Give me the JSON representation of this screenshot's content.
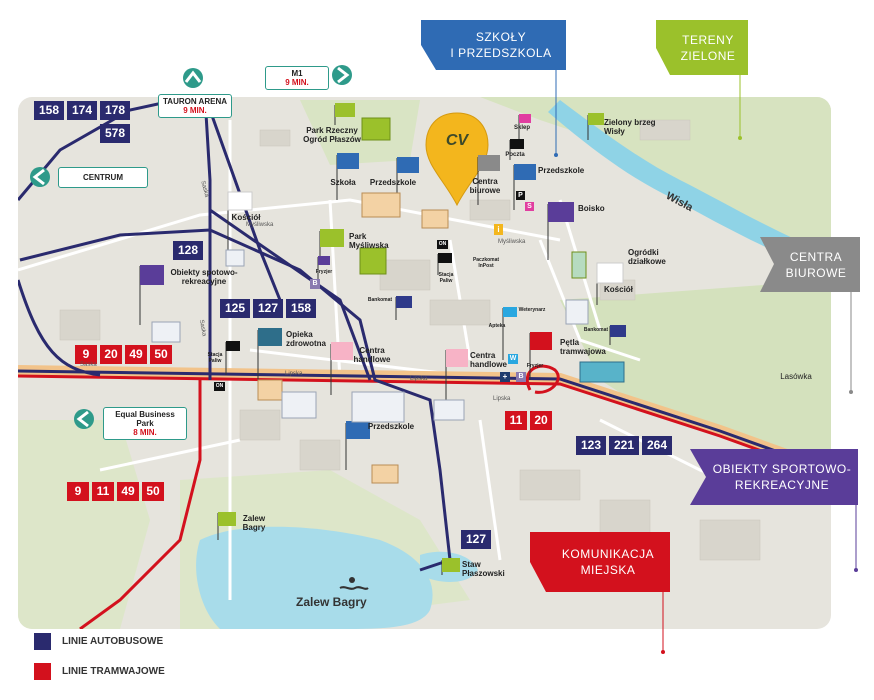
{
  "categories": {
    "szkoly": {
      "line1": "SZKOŁY",
      "line2": "I PRZEDSZKOLA",
      "color": "#2f6bb4"
    },
    "tereny": {
      "line1": "TERENY",
      "line2": "ZIELONE",
      "color": "#9bc12b"
    },
    "centra": {
      "line1": "CENTRA",
      "line2": "BIUROWE",
      "color": "#8a8a8a"
    },
    "sport": {
      "line1": "OBIEKTY SPORTOWO-",
      "line2": "REKREACYJNE",
      "color": "#5a3d99"
    },
    "komunikacja": {
      "line1": "KOMUNIKACJA",
      "line2": "MIEJSKA",
      "color": "#d3111d"
    }
  },
  "bus_lines": {
    "top_left_row1": [
      "158",
      "174",
      "178"
    ],
    "top_left_row2": [
      "578"
    ],
    "mid": [
      "128"
    ],
    "mid_row": [
      "125",
      "127",
      "158"
    ],
    "right": [
      "123",
      "221",
      "264"
    ],
    "bottom": [
      "127"
    ]
  },
  "tram_lines": {
    "left": [
      "9",
      "20",
      "49",
      "50"
    ],
    "center": [
      "11",
      "20"
    ],
    "bottom_left": [
      "9",
      "11",
      "49",
      "50"
    ]
  },
  "destinations": {
    "tauron": {
      "name": "TAURON ARENA",
      "time": "9 MIN."
    },
    "m1": {
      "name": "M1",
      "time": "9 MIN."
    },
    "centrum": {
      "name": "CENTRUM"
    },
    "equal": {
      "name": "Equal Business Park",
      "time": "8 MIN."
    }
  },
  "pois": {
    "park_rzeczny": "Park Rzeczny Ogród Płaszów",
    "szkola": "Szkoła",
    "przedszkole_top": "Przedszkole",
    "centra_biurowe": "Centra biurowe",
    "sklep": "Sklep",
    "poczta": "Poczta",
    "przedszkole_right": "Przedszkole",
    "zielony_brzeg": "Zielony brzeg Wisły",
    "koscio1": "Kościół",
    "park_mysliwska": "Park Myśliwska",
    "boisko": "Boisko",
    "ogrodki": "Ogródki działkowe",
    "koscio2": "Kościół",
    "obiekty": "Obiekty spotowo-rekreacyjne",
    "fryzjer1": "Fryzjer",
    "stacja_paliw": "Stacja Paliw",
    "paczkomat": "Paczkomat InPost",
    "bankomat1": "Bankomat",
    "bankomat2": "Bankomat",
    "opieka": "Opieka zdrowotna",
    "centra_handlowe1": "Centra handlowe",
    "centra_handlowe2": "Centra handlowe",
    "apteka": "Apteka",
    "weterynarz": "Weterynarz",
    "petla": "Pętla tramwajowa",
    "fryzjer2": "Fryzjer",
    "stacja_paliw2": "Stacja Paliw",
    "przedszkole_bottom": "Przedszkole",
    "zalew_bagry_poi": "Zalew Bagry",
    "staw": "Staw Płaszowski",
    "lasowka": "Lasówka",
    "wisla": "Wisła",
    "zalew_bagry_water": "Zalew Bagry"
  },
  "streets": {
    "saska1": "Saska",
    "saska2": "Saska",
    "saska3": "Saska",
    "lipska1": "Lipska",
    "lipska2": "Lipska",
    "lipska3": "Lipska",
    "mysliwska": "Myśliwska",
    "mysliwska2": "Myśliwska"
  },
  "signs": {
    "p": "P",
    "s": "S",
    "on1": "ON",
    "on2": "ON",
    "b1": "B",
    "b2": "B",
    "w": "W",
    "plus": "+",
    "i": "i"
  },
  "logo": {
    "text": "CV",
    "color": "#f3b61d"
  },
  "legend": {
    "bus": {
      "label": "LINIE AUTOBUSOWE",
      "color": "#2a2a6e"
    },
    "tram": {
      "label": "LINIE TRAMWAJOWE",
      "color": "#d3111d"
    }
  }
}
